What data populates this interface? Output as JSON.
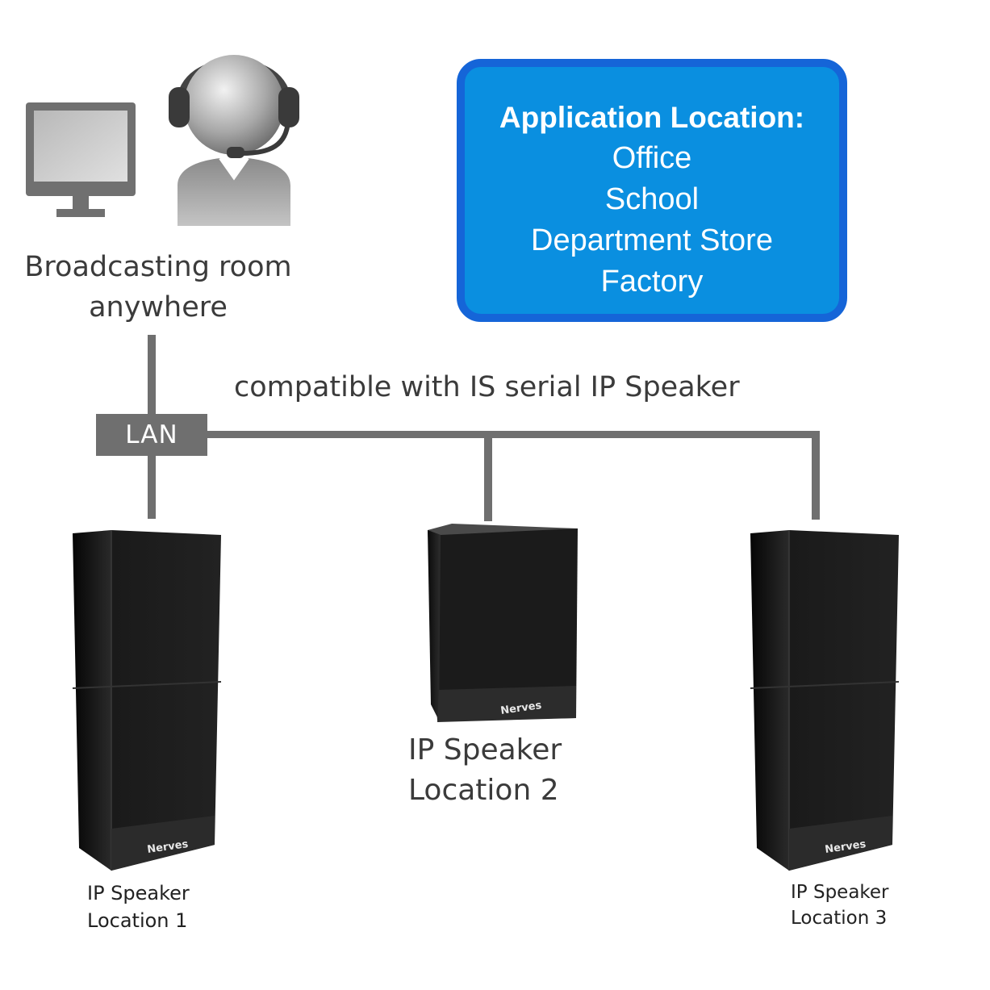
{
  "application_box": {
    "title": "Application Location:",
    "items": [
      "Office",
      "School",
      "Department Store",
      "Factory"
    ]
  },
  "broadcast": {
    "line1": "Broadcasting room",
    "line2": "anywhere"
  },
  "network": {
    "compat_label": "compatible with IS serial IP Speaker",
    "lan_label": "LAN"
  },
  "speakers": [
    {
      "line1": "IP Speaker",
      "line2": "Location 1",
      "brand": "Nerves"
    },
    {
      "line1": "IP Speaker",
      "line2": "Location 2",
      "brand": "Nerves"
    },
    {
      "line1": "IP Speaker",
      "line2": "Location 3",
      "brand": "Nerves"
    }
  ],
  "colors": {
    "box_fill": "#0a8fe0",
    "box_border": "#1565d8",
    "wire": "#6f6f6f",
    "speaker_body": "#141414"
  }
}
